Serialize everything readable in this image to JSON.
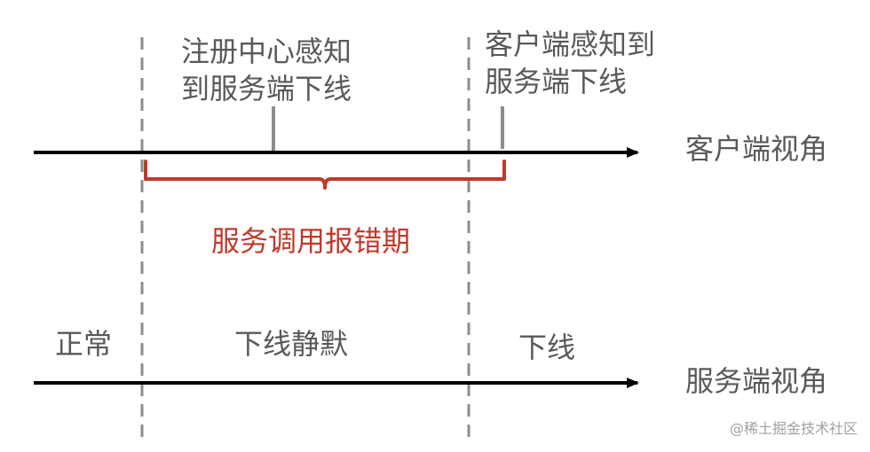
{
  "labels": {
    "registry_aware": "注册中心感知",
    "registry_aware_line2": "到服务端下线",
    "client_aware": "客户端感知到",
    "client_aware_line2": "服务端下线",
    "client_view": "客户端视角",
    "error_period": "服务调用报错期",
    "normal": "正常",
    "offline_silent": "下线静默",
    "offline": "下线",
    "server_view": "服务端视角"
  },
  "watermark": "@稀土掘金技术社区",
  "colors": {
    "axis": "#000000",
    "text": "#595959",
    "dashed": "#8c8c8c",
    "tick": "#8c8c8c",
    "brace": "#c0392b",
    "brace_text": "#c0392b"
  }
}
